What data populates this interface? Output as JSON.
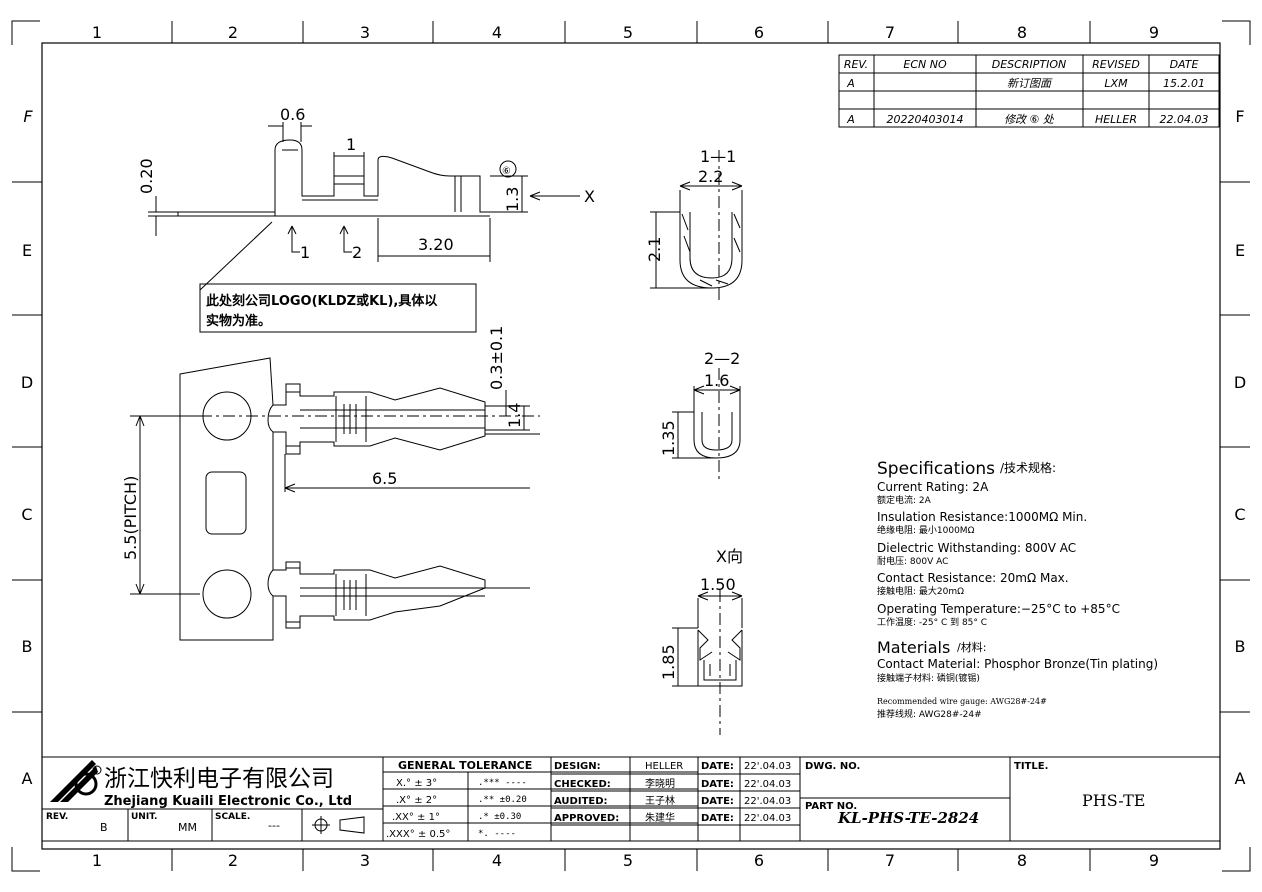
{
  "grid": {
    "columns": [
      "1",
      "2",
      "3",
      "4",
      "5",
      "6",
      "7",
      "8",
      "9"
    ],
    "rows": [
      "F",
      "E",
      "D",
      "C",
      "B",
      "A"
    ]
  },
  "revision_table": {
    "headers": [
      "REV.",
      "ECN NO",
      "DESCRIPTION",
      "REVISED",
      "DATE"
    ],
    "rows": [
      [
        "A",
        "",
        "新订图面",
        "LXM",
        "15.2.01"
      ],
      [
        "A",
        "20220403014",
        "修改 ⑥ 处",
        "HELLER",
        "22.04.03"
      ]
    ]
  },
  "top_view": {
    "dim_06": "0.6",
    "dim_1": "1",
    "dim_020": "0.20",
    "dim_13": "1.3",
    "dim_320": "3.20",
    "label_x": "X",
    "section_1": "1",
    "section_2": "2",
    "rev_mark": "⑥"
  },
  "logo_note": {
    "line1": "此处刻公司LOGO(KLDZ或KL),具体以",
    "line2": "实物为准。"
  },
  "front_view": {
    "dim_pitch": "5.5(PITCH)",
    "dim_65": "6.5",
    "dim_03": "0.3±0.1",
    "dim_14": "1.4"
  },
  "section_1_1": {
    "title": "1—1",
    "width": "2.2",
    "height": "2.1"
  },
  "section_2_2": {
    "title": "2—2",
    "width": "1.6",
    "height": "1.35"
  },
  "section_x": {
    "title": "X向",
    "width": "1.50",
    "height": "1.85"
  },
  "specs": {
    "heading": "Specifications",
    "heading_cn": "/技术规格:",
    "items": [
      {
        "en": "Current Rating:  2A",
        "cn": "额定电流: 2A"
      },
      {
        "en": "Insulation Resistance:1000MΩ   Min.",
        "cn": "绝缘电阻: 最小1000MΩ"
      },
      {
        "en": "Dielectric Withstanding: 800V AC",
        "cn": "耐电压: 800V AC"
      },
      {
        "en": "Contact Resistance:  20mΩ   Max.",
        "cn": "接触电阻: 最大20mΩ"
      },
      {
        "en": "Operating Temperature:−25°C  to  +85°C",
        "cn": "工作温度: -25° C 到 85° C"
      }
    ],
    "materials_heading": "Materials",
    "materials_heading_cn": "/材料:",
    "material_en": "Contact Material: Phosphor Bronze(Tin plating)",
    "material_cn": "接触端子材料: 磷铜(镀锡)",
    "wire_en": "Recommended wire gauge:  AWG28#-24#",
    "wire_cn": "推荐线规:   AWG28#-24#"
  },
  "title_block": {
    "company_cn": "浙江快利电子有限公司",
    "company_en": "Zhejiang  Kuaili  Electronic  Co.,  Ltd",
    "rev_label": "REV.",
    "rev_value": "B",
    "unit_label": "UNIT.",
    "unit_value": "MM",
    "scale_label": "SCALE.",
    "scale_value": "---",
    "tolerance_title": "GENERAL  TOLERANCE",
    "tol_angle": [
      "X.° ± 3°",
      ".X° ± 2°",
      ".XX° ± 1°",
      ".XXX° ± 0.5°"
    ],
    "tol_linear": [
      ".***   ----",
      ".**   ±0.20",
      ".*    ±0.30",
      "*.     ----"
    ],
    "roles": [
      "DESIGN:",
      "CHECKED:",
      "AUDITED:",
      "APPROVED:"
    ],
    "names": [
      "HELLER",
      "李晓明",
      "王子林",
      "朱建华"
    ],
    "date_label": "DATE:",
    "dates": [
      "22'.04.03",
      "22'.04.03",
      "22'.04.03",
      "22'.04.03"
    ],
    "dwg_label": "DWG. NO.",
    "part_label": "PART NO.",
    "part_no": "KL-PHS-TE-2824",
    "title_label": "TITLE.",
    "title_value": "PHS-TE"
  }
}
